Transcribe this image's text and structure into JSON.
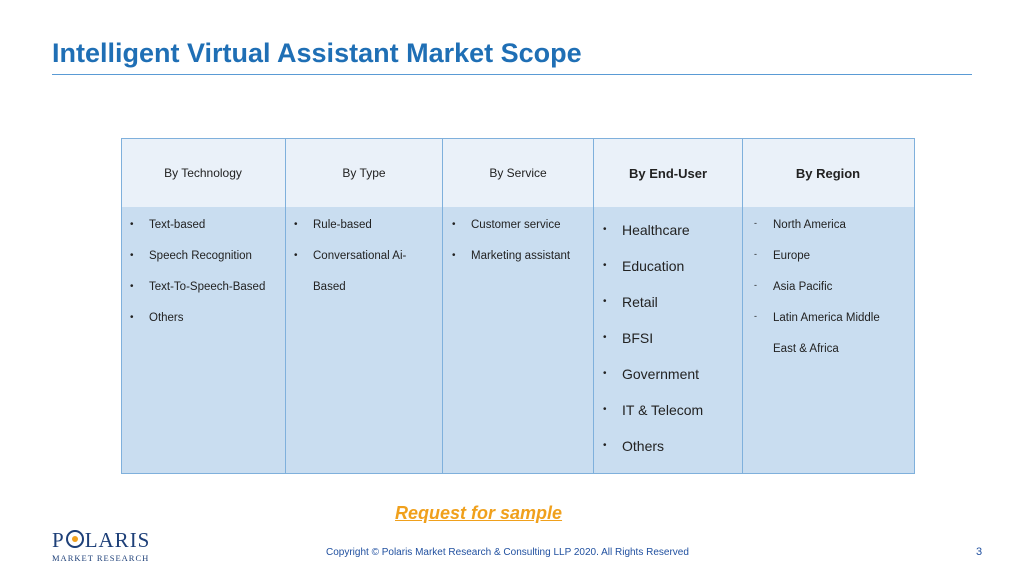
{
  "title": "Intelligent Virtual Assistant Market Scope",
  "columns": [
    {
      "header": "By Technology",
      "items": [
        "Text-based",
        "Speech Recognition",
        "Text-To-Speech-Based",
        "Others"
      ]
    },
    {
      "header": "By Type",
      "items": [
        "Rule-based",
        "Conversational Ai-"
      ],
      "continuation": "Based"
    },
    {
      "header": "By Service",
      "items": [
        "Customer service",
        "Marketing assistant"
      ]
    },
    {
      "header": "By End-User",
      "items": [
        "Healthcare",
        "Education",
        "Retail",
        "BFSI",
        "Government",
        "IT & Telecom",
        "Others"
      ]
    },
    {
      "header": "By Region",
      "items": [
        "North America",
        "Europe",
        "Asia Pacific",
        "Latin America Middle"
      ],
      "continuation": "East & Africa"
    }
  ],
  "bullet": "•",
  "region_bullet": "-",
  "cta": "Request for sample",
  "logo": {
    "main_left": "P",
    "main_right": "LARIS",
    "sub": "MARKET RESEARCH"
  },
  "footer": {
    "copyright": "Copyright © Polaris Market Research & Consulting LLP 2020. All Rights Reserved",
    "page": "3"
  },
  "colors": {
    "title": "#1f6fb5",
    "header_bg": "#eaf1f9",
    "body_bg": "#c9ddf0",
    "border": "#7fb0dc",
    "cta": "#f0a01c"
  }
}
